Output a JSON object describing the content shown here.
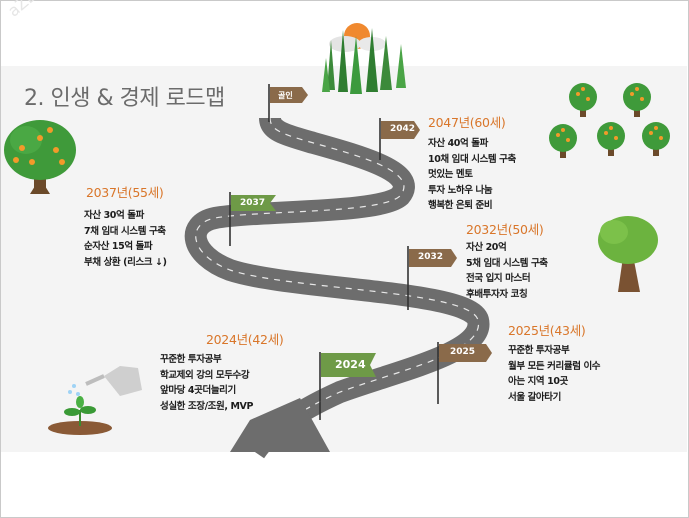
{
  "slide": {
    "title": "2. 인생 & 경제 로드맵",
    "watermark": "aZEU"
  },
  "flags": {
    "goal": "골인",
    "f2042": "2042",
    "f2037": "2037",
    "f2032": "2032",
    "f2025": "2025",
    "f2024": "2024"
  },
  "milestones": {
    "m2047": {
      "year": "2047년(60세)",
      "items": [
        "자산 40억 돌파",
        "10채 임대 시스템 구축",
        "멋있는 멘토",
        "투자 노하우 나눔",
        "행복한 은퇴 준비"
      ]
    },
    "m2037": {
      "year": "2037년(55세)",
      "items": [
        "자산 30억 돌파",
        "7채 임대 시스템 구축",
        "순자산 15억 돌파",
        "부채 상환 (리스크 ↓)"
      ]
    },
    "m2032": {
      "year": "2032년(50세)",
      "items": [
        "자산 20억",
        "5채 임대 시스템 구축",
        "전국 입지 마스터",
        "후배투자자 코칭"
      ]
    },
    "m2025": {
      "year": "2025년(43세)",
      "items": [
        "꾸준한 투자공부",
        "월부 모든 커리큘럼 이수",
        "아는 지역 10곳",
        "서울 갈아타기"
      ]
    },
    "m2024": {
      "year": "2024년(42세)",
      "items": [
        "꾸준한 투자공부",
        "학교제외 강의 모두수강",
        "앞마당 4곳더늘리기",
        "성실한 조장/조원, MVP"
      ]
    }
  }
}
